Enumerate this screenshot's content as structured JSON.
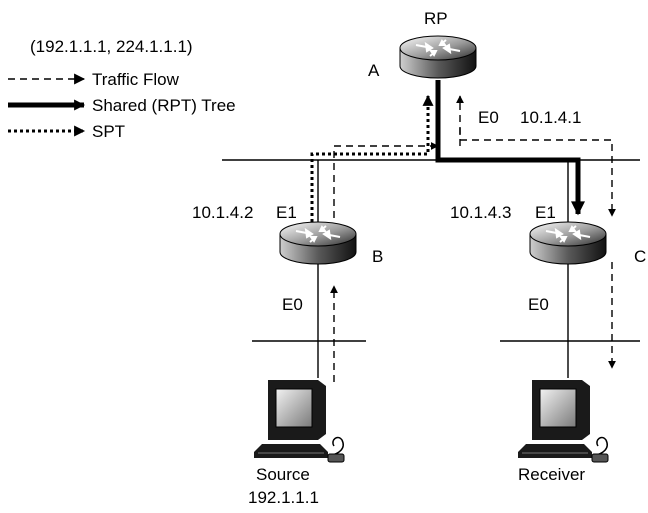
{
  "header": {
    "flow_label": "(192.1.1.1, 224.1.1.1)"
  },
  "legend": {
    "traffic_flow": "Traffic Flow",
    "shared_tree": "Shared (RPT) Tree",
    "spt": "SPT"
  },
  "router_a": {
    "title": "RP",
    "name": "A",
    "e0_label": "E0",
    "e0_ip": "10.1.4.1"
  },
  "router_b": {
    "e1_ip": "10.1.4.2",
    "e1_label": "E1",
    "name": "B",
    "e0_label": "E0"
  },
  "router_c": {
    "e1_ip": "10.1.4.3",
    "e1_label": "E1",
    "name": "C",
    "e0_label": "E0"
  },
  "source": {
    "label": "Source",
    "ip": "192.1.1.1"
  },
  "receiver": {
    "label": "Receiver"
  }
}
